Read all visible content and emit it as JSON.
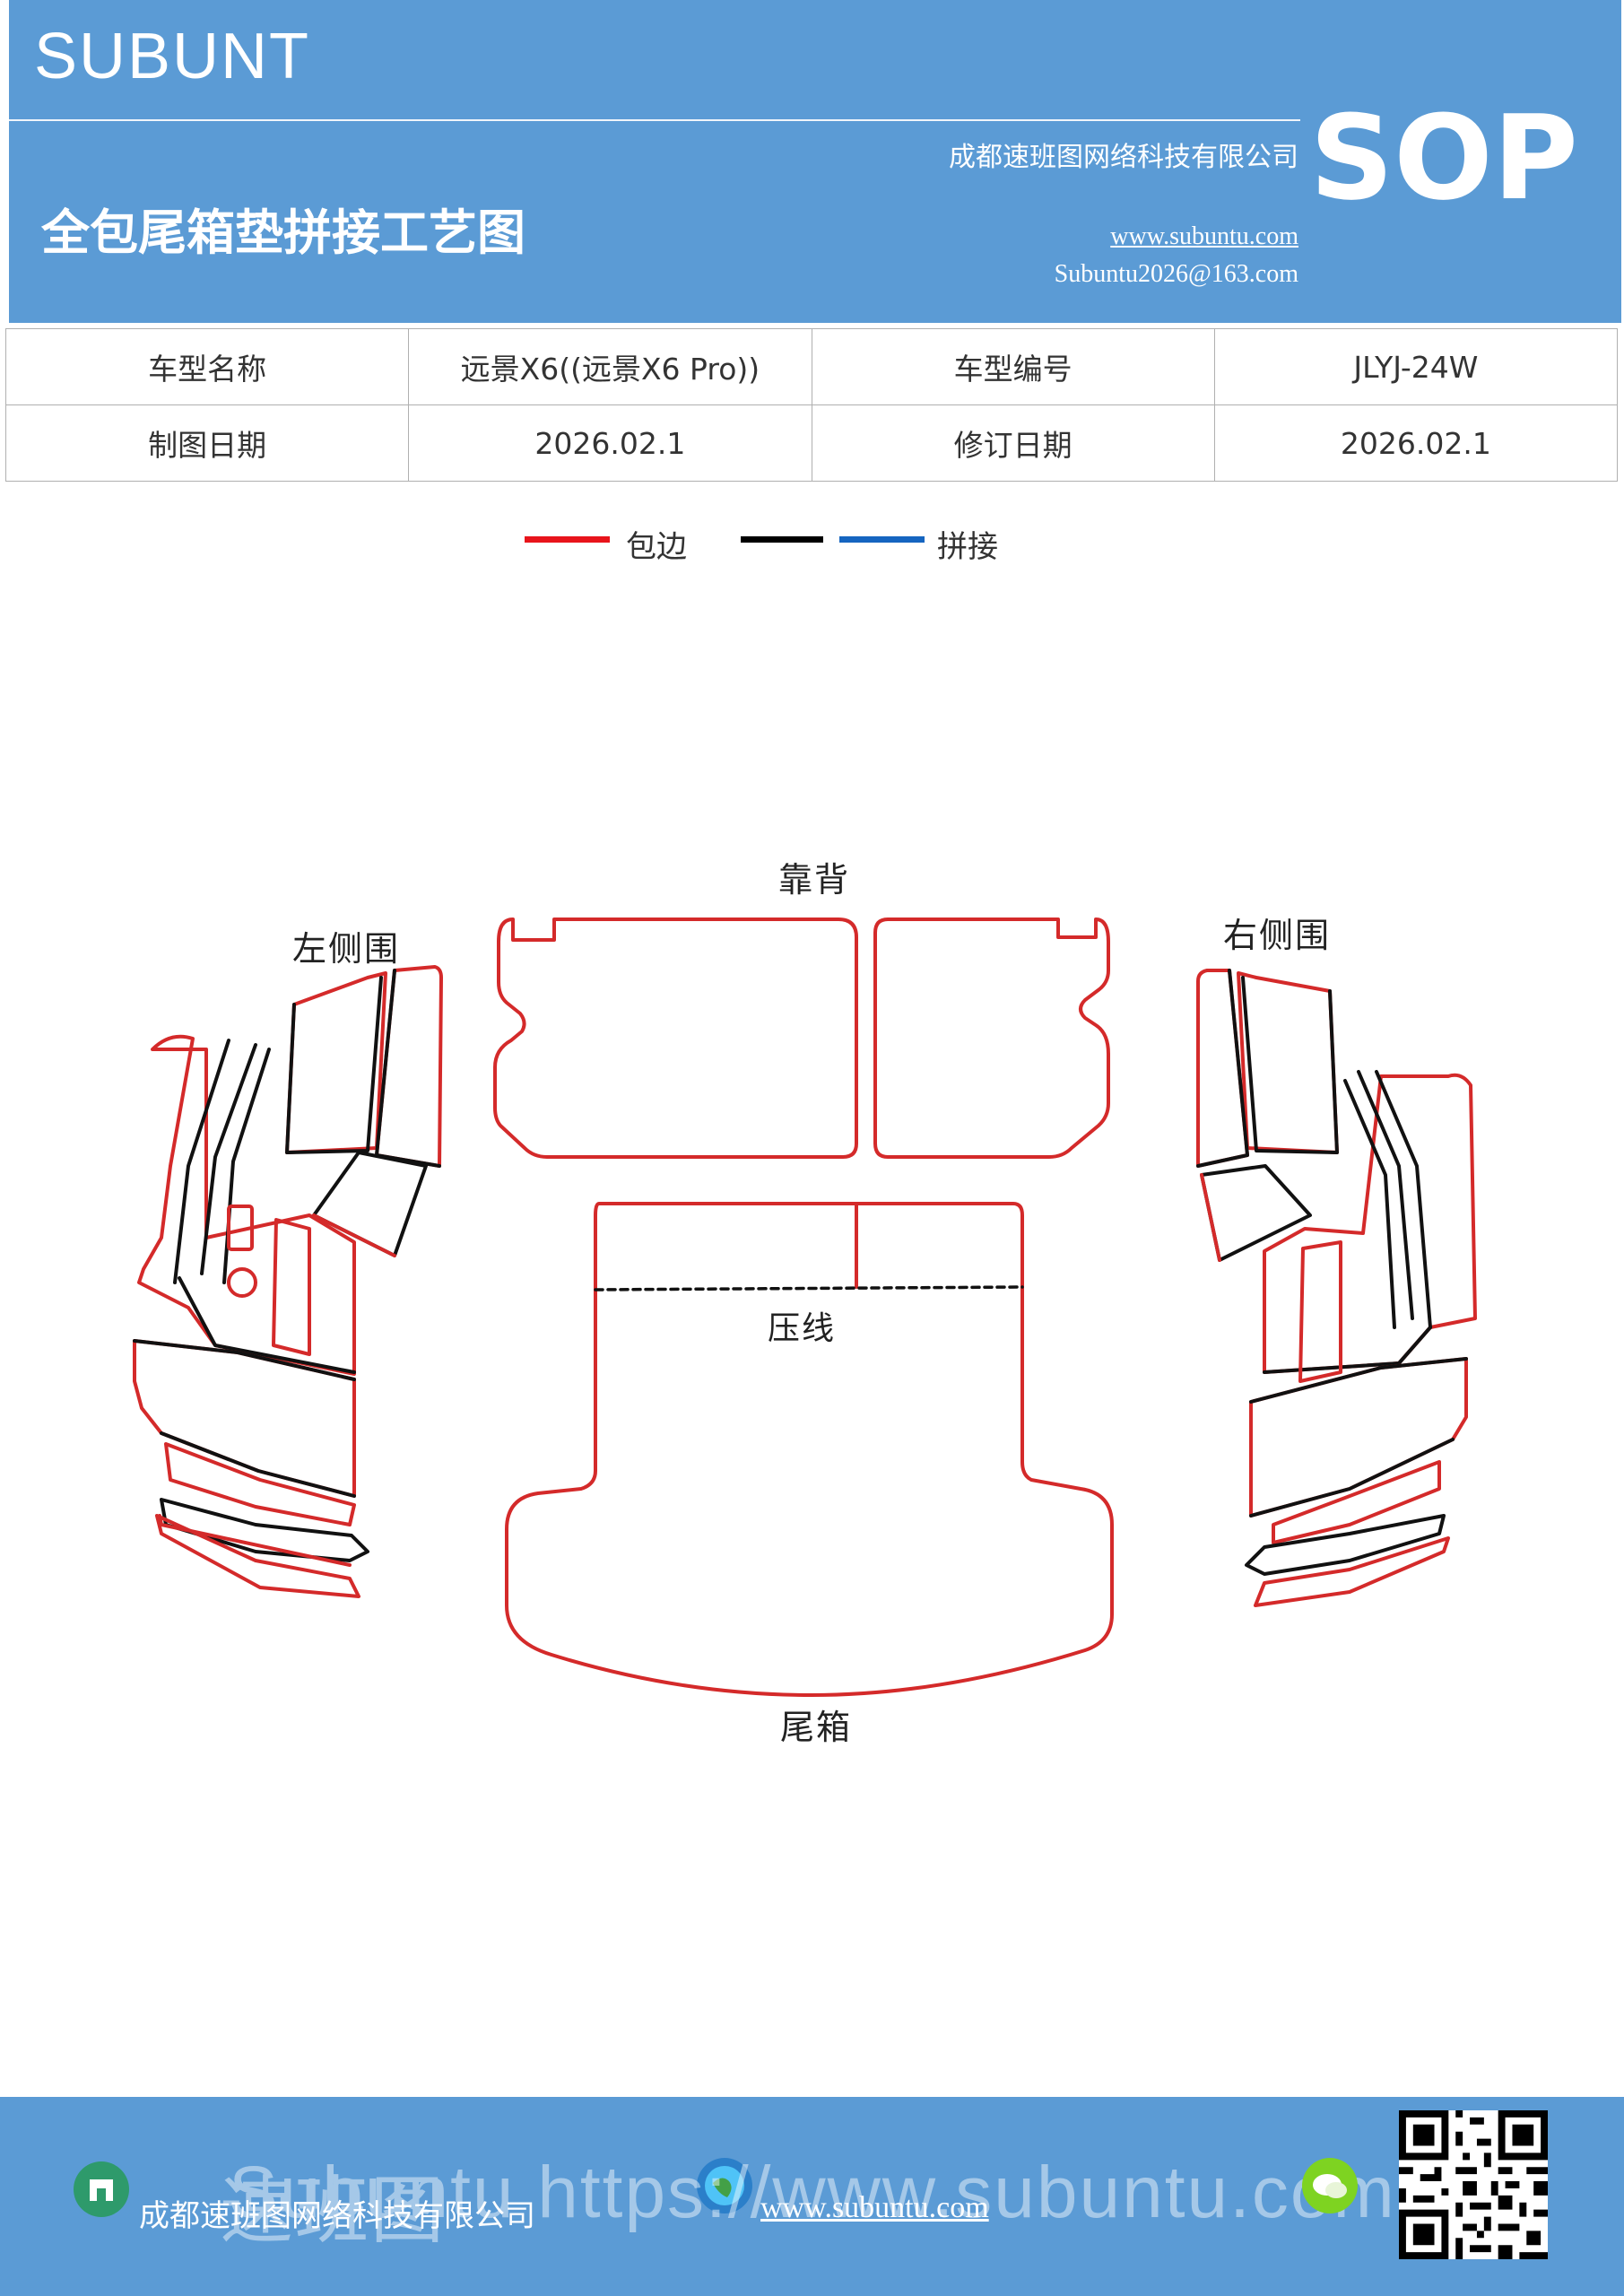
{
  "header": {
    "brand": "SUBUNT",
    "company": "成都速班图网络科技有限公司",
    "title": "全包尾箱垫拼接工艺图",
    "website": "www.subuntu.com",
    "email": "Subuntu2026@163.com",
    "sop": "SOP"
  },
  "info": {
    "model_name_label": "车型名称",
    "model_name": "远景X6((远景X6  Pro))",
    "model_code_label": "车型编号",
    "model_code": "JLYJ-24W",
    "draw_date_label": "制图日期",
    "draw_date": "2026.02.1",
    "revise_date_label": "修订日期",
    "revise_date": "2026.02.1"
  },
  "legend": {
    "edge_label": "包边",
    "splice_label": "拼接",
    "edge_color": "#e8141b",
    "black_color": "#000000",
    "splice_color": "#1565c0"
  },
  "diagram": {
    "backrest": "靠背",
    "left_side": "左侧围",
    "right_side": "右侧围",
    "crease": "压线",
    "trunk": "尾箱"
  },
  "footer": {
    "company": "成都速班图网络科技有限公司",
    "website": "www.subuntu.com",
    "watermark": "Subuntu https://www.subuntu.com",
    "watermark_cn": "速班图"
  }
}
